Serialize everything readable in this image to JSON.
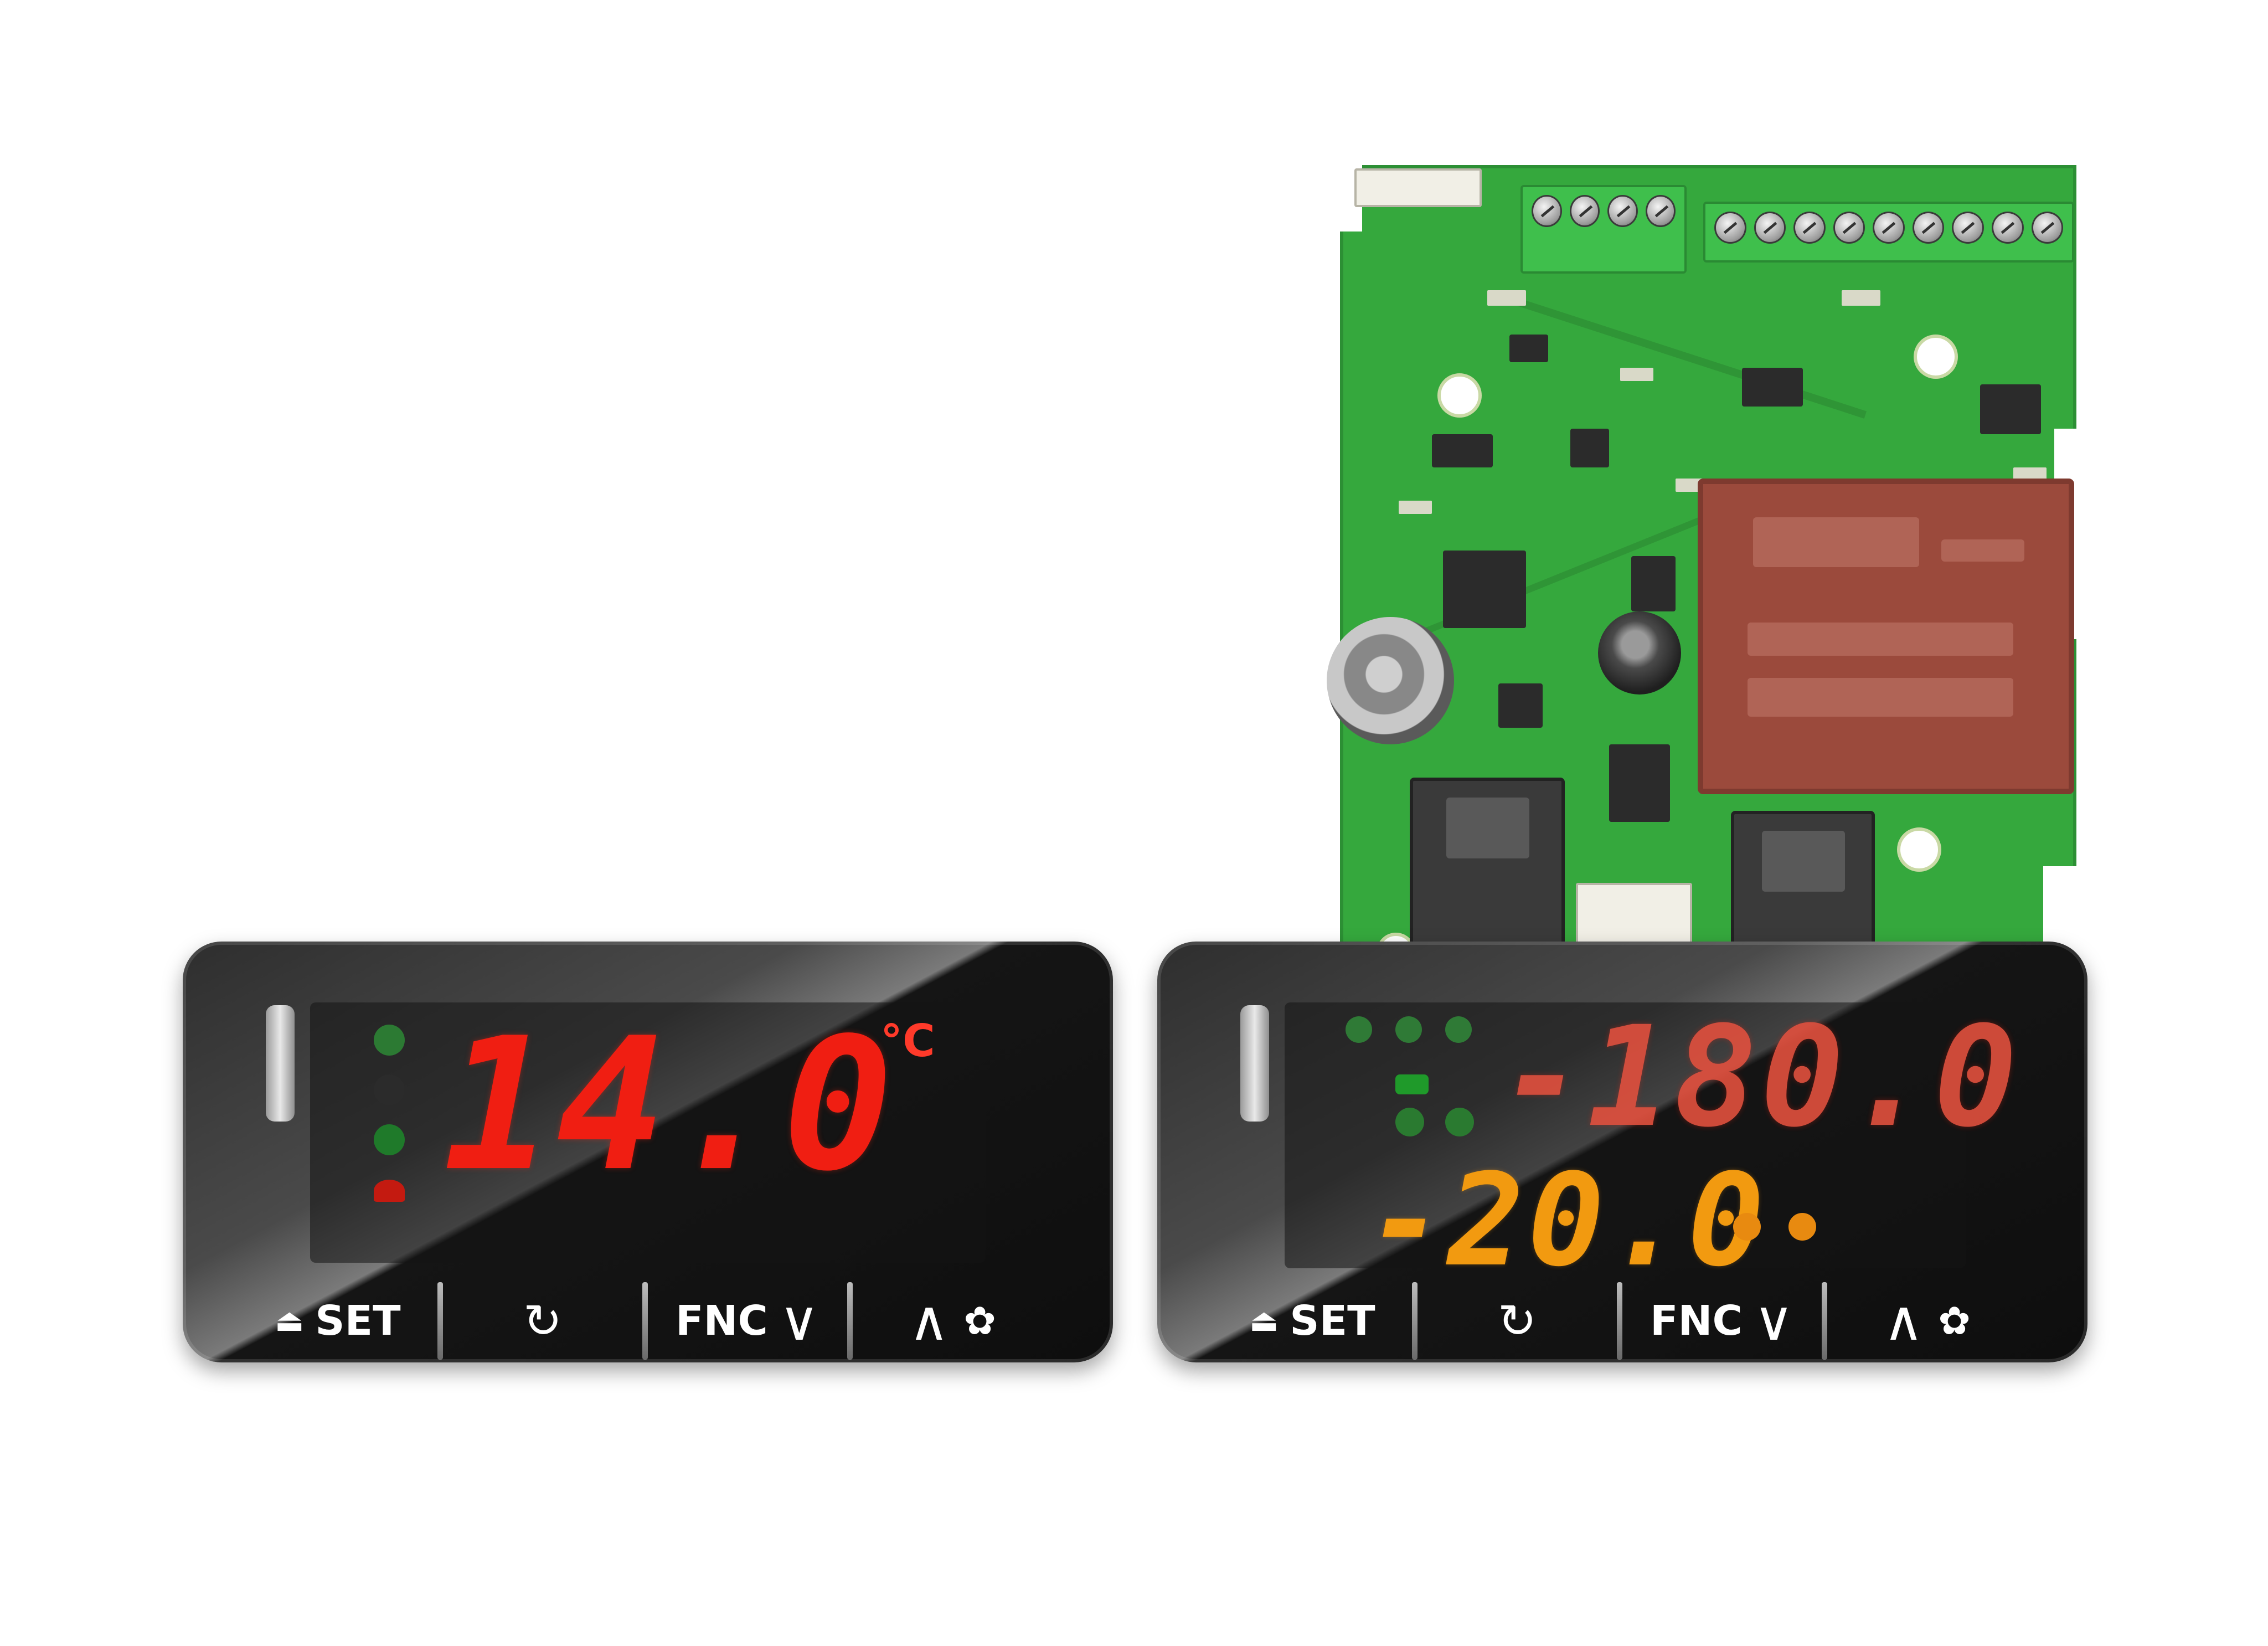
{
  "left_unit": {
    "main_display": "14.0",
    "unit_symbol": "°C",
    "buttons": {
      "set": "SET",
      "fnc": "FNC"
    }
  },
  "right_unit": {
    "main_display": "-180.0",
    "secondary_display": "-20.0",
    "buttons": {
      "set": "SET",
      "fnc": "FNC"
    }
  },
  "colors": {
    "pcb": "#35a83d",
    "display_red": "#f01e12",
    "display_amber": "#f29a10",
    "transformer": "#9b4a3c"
  },
  "icons": [
    "power-icon",
    "down-chevron-icon",
    "up-chevron-icon",
    "bulb-icon",
    "fan-icon",
    "snowflake-icon"
  ]
}
